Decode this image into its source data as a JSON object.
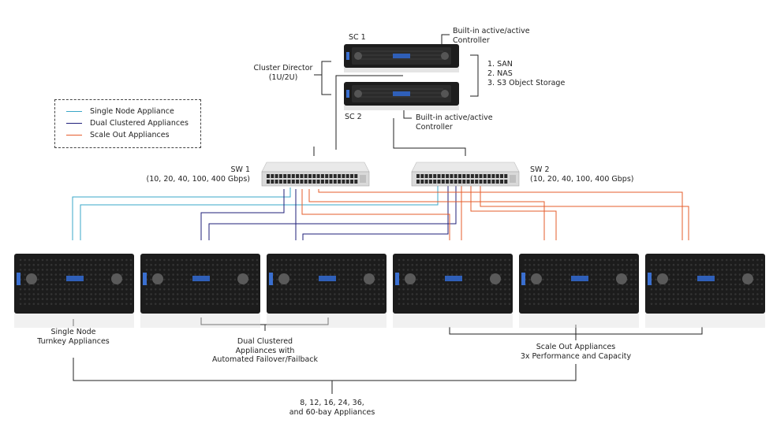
{
  "colors": {
    "single": "#3aa7c8",
    "dual": "#1f1f7a",
    "scale": "#e65c2b",
    "connector": "#222222",
    "chassis": "#1c1c1c",
    "switch": "#d9d9d9",
    "badge": "#2f5fb8"
  },
  "legend": {
    "items": [
      {
        "label": "Single Node Appliance",
        "color": "#3aa7c8"
      },
      {
        "label": "Dual Clustered Appliances",
        "color": "#1f1f7a"
      },
      {
        "label": "Scale Out Appliances",
        "color": "#e65c2b"
      }
    ]
  },
  "controllers": {
    "sc1": "SC 1",
    "sc2": "SC 2",
    "builtin1": [
      "Built-in active/active",
      "Controller"
    ],
    "builtin2": [
      "Built-in active/active",
      "Controller"
    ],
    "cluster_director": [
      "Cluster Director",
      "(1U/2U)"
    ],
    "protocols": [
      "1.  SAN",
      "2. NAS",
      "3. S3 Object Storage"
    ]
  },
  "switches": {
    "sw1": [
      "SW 1",
      "(10, 20, 40, 100, 400 Gbps)"
    ],
    "sw2": [
      "SW 2",
      "(10, 20, 40, 100, 400 Gbps)"
    ]
  },
  "groups": {
    "single": [
      "Single Node",
      "Turnkey Appliances"
    ],
    "dual": [
      "Dual Clustered",
      "Appliances with",
      "Automated Failover/Failback"
    ],
    "scale": [
      "Scale Out Appliances",
      "3x Performance and Capacity"
    ],
    "bays": [
      "8, 12, 16, 24, 36,",
      "and 60-bay Appliances"
    ]
  },
  "appliance_count": 6
}
